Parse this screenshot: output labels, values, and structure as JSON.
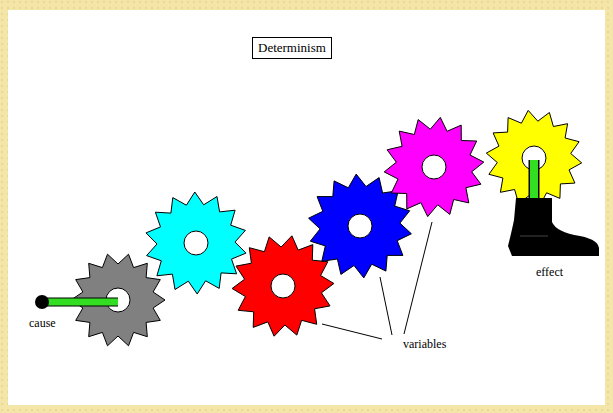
{
  "diagram": {
    "title": "Determinism",
    "labels": [
      "cause",
      "variables",
      "effect"
    ]
  }
}
